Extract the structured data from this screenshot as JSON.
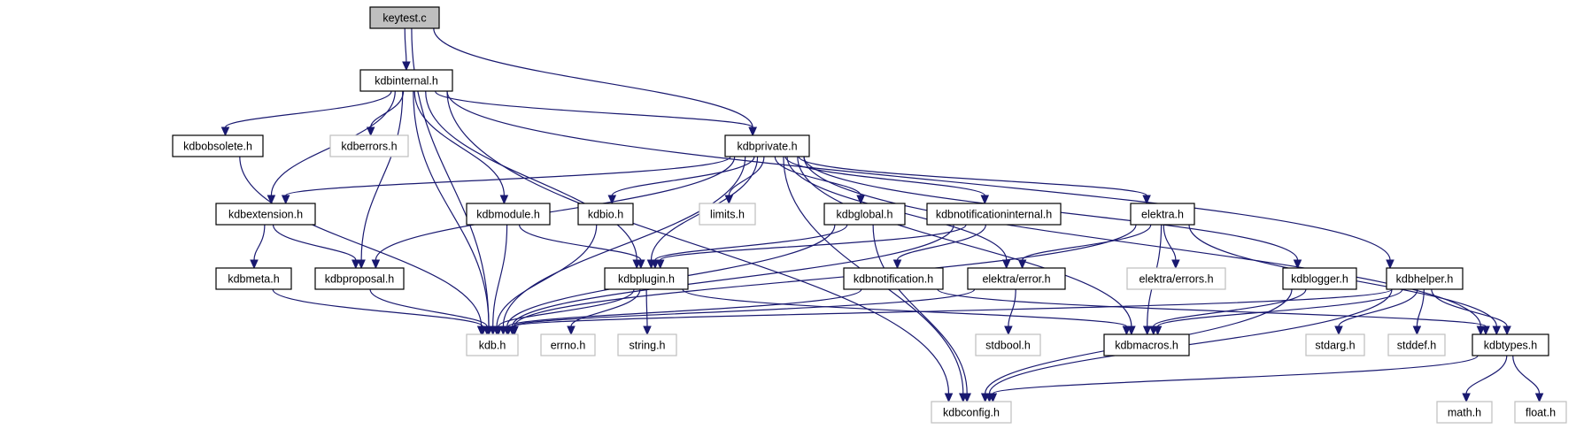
{
  "graph": {
    "colors": {
      "edge": "#191970",
      "node_border": "#000000",
      "missing_border": "#bfbfbf",
      "root_fill": "#bfbfbf",
      "fill": "#ffffff"
    },
    "nodes": [
      {
        "id": "keytest_c",
        "label": "keytest.c",
        "kind": "root"
      },
      {
        "id": "kdbinternal_h",
        "label": "kdbinternal.h",
        "kind": "normal"
      },
      {
        "id": "kdbobsolete_h",
        "label": "kdbobsolete.h",
        "kind": "normal"
      },
      {
        "id": "kdberrors_h",
        "label": "kdberrors.h",
        "kind": "missing"
      },
      {
        "id": "kdbprivate_h",
        "label": "kdbprivate.h",
        "kind": "normal"
      },
      {
        "id": "kdbextension_h",
        "label": "kdbextension.h",
        "kind": "normal"
      },
      {
        "id": "kdbmodule_h",
        "label": "kdbmodule.h",
        "kind": "normal"
      },
      {
        "id": "kdbio_h",
        "label": "kdbio.h",
        "kind": "normal"
      },
      {
        "id": "limits_h",
        "label": "limits.h",
        "kind": "missing"
      },
      {
        "id": "kdbglobal_h",
        "label": "kdbglobal.h",
        "kind": "normal"
      },
      {
        "id": "kdbnotificationinternal_h",
        "label": "kdbnotificationinternal.h",
        "kind": "normal"
      },
      {
        "id": "elektra_h",
        "label": "elektra.h",
        "kind": "normal"
      },
      {
        "id": "kdbmeta_h",
        "label": "kdbmeta.h",
        "kind": "normal"
      },
      {
        "id": "kdbproposal_h",
        "label": "kdbproposal.h",
        "kind": "normal"
      },
      {
        "id": "kdbplugin_h",
        "label": "kdbplugin.h",
        "kind": "normal"
      },
      {
        "id": "kdbnotification_h",
        "label": "kdbnotification.h",
        "kind": "normal"
      },
      {
        "id": "elektra_error_h",
        "label": "elektra/error.h",
        "kind": "normal"
      },
      {
        "id": "elektra_errors_h",
        "label": "elektra/errors.h",
        "kind": "missing"
      },
      {
        "id": "kdblogger_h",
        "label": "kdblogger.h",
        "kind": "normal"
      },
      {
        "id": "kdbhelper_h",
        "label": "kdbhelper.h",
        "kind": "normal"
      },
      {
        "id": "kdb_h",
        "label": "kdb.h",
        "kind": "missing"
      },
      {
        "id": "errno_h",
        "label": "errno.h",
        "kind": "missing"
      },
      {
        "id": "string_h",
        "label": "string.h",
        "kind": "missing"
      },
      {
        "id": "stdbool_h",
        "label": "stdbool.h",
        "kind": "missing"
      },
      {
        "id": "kdbmacros_h",
        "label": "kdbmacros.h",
        "kind": "normal"
      },
      {
        "id": "stdarg_h",
        "label": "stdarg.h",
        "kind": "missing"
      },
      {
        "id": "stddef_h",
        "label": "stddef.h",
        "kind": "missing"
      },
      {
        "id": "kdbtypes_h",
        "label": "kdbtypes.h",
        "kind": "normal"
      },
      {
        "id": "kdbconfig_h",
        "label": "kdbconfig.h",
        "kind": "missing"
      },
      {
        "id": "math_h",
        "label": "math.h",
        "kind": "missing"
      },
      {
        "id": "float_h",
        "label": "float.h",
        "kind": "missing"
      }
    ],
    "edges": [
      [
        "keytest_c",
        "kdbinternal_h"
      ],
      [
        "keytest_c",
        "kdbprivate_h"
      ],
      [
        "keytest_c",
        "kdb_h"
      ],
      [
        "kdbinternal_h",
        "kdbobsolete_h"
      ],
      [
        "kdbinternal_h",
        "kdberrors_h"
      ],
      [
        "kdbinternal_h",
        "kdbprivate_h"
      ],
      [
        "kdbinternal_h",
        "kdbextension_h"
      ],
      [
        "kdbinternal_h",
        "kdbmodule_h"
      ],
      [
        "kdbinternal_h",
        "kdbproposal_h"
      ],
      [
        "kdbinternal_h",
        "kdbplugin_h"
      ],
      [
        "kdbinternal_h",
        "kdb_h"
      ],
      [
        "kdbinternal_h",
        "kdbconfig_h"
      ],
      [
        "kdbinternal_h",
        "kdbhelper_h"
      ],
      [
        "kdbobsolete_h",
        "kdb_h"
      ],
      [
        "kdbprivate_h",
        "kdbextension_h"
      ],
      [
        "kdbprivate_h",
        "kdbio_h"
      ],
      [
        "kdbprivate_h",
        "limits_h"
      ],
      [
        "kdbprivate_h",
        "kdbglobal_h"
      ],
      [
        "kdbprivate_h",
        "kdbnotificationinternal_h"
      ],
      [
        "kdbprivate_h",
        "elektra_h"
      ],
      [
        "kdbprivate_h",
        "kdbproposal_h"
      ],
      [
        "kdbprivate_h",
        "kdbplugin_h"
      ],
      [
        "kdbprivate_h",
        "kdb_h"
      ],
      [
        "kdbprivate_h",
        "elektra_error_h"
      ],
      [
        "kdbprivate_h",
        "kdblogger_h"
      ],
      [
        "kdbprivate_h",
        "kdbmacros_h"
      ],
      [
        "kdbprivate_h",
        "kdbtypes_h"
      ],
      [
        "kdbprivate_h",
        "kdbconfig_h"
      ],
      [
        "kdbextension_h",
        "kdbmeta_h"
      ],
      [
        "kdbextension_h",
        "kdbproposal_h"
      ],
      [
        "kdbmodule_h",
        "kdb_h"
      ],
      [
        "kdbmodule_h",
        "kdbplugin_h"
      ],
      [
        "kdbio_h",
        "kdb_h"
      ],
      [
        "kdbglobal_h",
        "kdbplugin_h"
      ],
      [
        "kdbglobal_h",
        "kdb_h"
      ],
      [
        "kdbglobal_h",
        "kdbconfig_h"
      ],
      [
        "kdbnotificationinternal_h",
        "kdbplugin_h"
      ],
      [
        "kdbnotificationinternal_h",
        "kdbnotification_h"
      ],
      [
        "kdbnotificationinternal_h",
        "kdb_h"
      ],
      [
        "elektra_h",
        "elektra_error_h"
      ],
      [
        "elektra_h",
        "elektra_errors_h"
      ],
      [
        "elektra_h",
        "kdb_h"
      ],
      [
        "elektra_h",
        "kdbmacros_h"
      ],
      [
        "elektra_h",
        "kdbtypes_h"
      ],
      [
        "kdbmeta_h",
        "kdb_h"
      ],
      [
        "kdbproposal_h",
        "kdb_h"
      ],
      [
        "kdbplugin_h",
        "kdb_h"
      ],
      [
        "kdbplugin_h",
        "errno_h"
      ],
      [
        "kdbplugin_h",
        "string_h"
      ],
      [
        "kdbplugin_h",
        "kdbmacros_h"
      ],
      [
        "kdbnotification_h",
        "kdb_h"
      ],
      [
        "kdbnotification_h",
        "kdbtypes_h"
      ],
      [
        "elektra_error_h",
        "kdb_h"
      ],
      [
        "elektra_error_h",
        "stdbool_h"
      ],
      [
        "kdblogger_h",
        "kdbmacros_h"
      ],
      [
        "kdblogger_h",
        "kdbconfig_h"
      ],
      [
        "kdbhelper_h",
        "kdb_h"
      ],
      [
        "kdbhelper_h",
        "stdarg_h"
      ],
      [
        "kdbhelper_h",
        "stddef_h"
      ],
      [
        "kdbhelper_h",
        "kdbtypes_h"
      ],
      [
        "kdbhelper_h",
        "kdbmacros_h"
      ],
      [
        "kdbhelper_h",
        "kdbconfig_h"
      ],
      [
        "kdbtypes_h",
        "kdbconfig_h"
      ],
      [
        "kdbtypes_h",
        "math_h"
      ],
      [
        "kdbtypes_h",
        "float_h"
      ]
    ]
  }
}
